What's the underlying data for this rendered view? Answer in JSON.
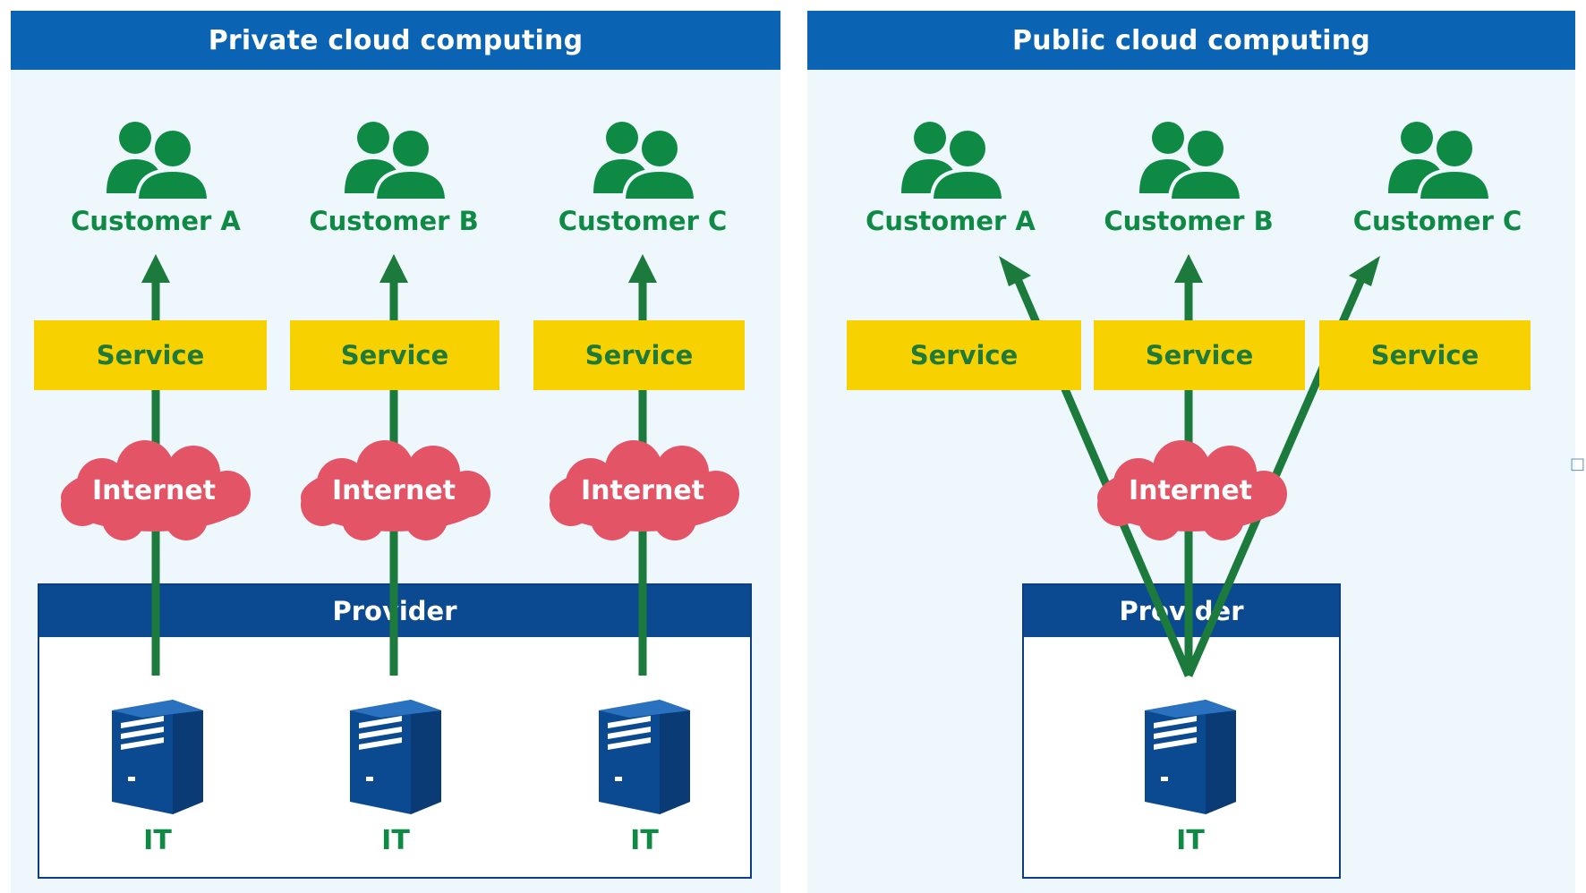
{
  "colors": {
    "header_blue": "#0b63b4",
    "provider_blue": "#0b4a90",
    "customer_green": "#0e8a45",
    "arrow_green": "#1b7a3c",
    "service_yellow": "#f8d200",
    "cloud_red": "#e35466",
    "panel_bg": "#eef7fb"
  },
  "private": {
    "title": "Private cloud computing",
    "customers": [
      {
        "label": "Customer A",
        "icon": "people-icon"
      },
      {
        "label": "Customer B",
        "icon": "people-icon"
      },
      {
        "label": "Customer C",
        "icon": "people-icon"
      }
    ],
    "services": [
      "Service",
      "Service",
      "Service"
    ],
    "clouds": [
      "Internet",
      "Internet",
      "Internet"
    ],
    "provider": "Provider",
    "servers": [
      "IT",
      "IT",
      "IT"
    ]
  },
  "public": {
    "title": "Public cloud computing",
    "customers": [
      {
        "label": "Customer A",
        "icon": "people-icon"
      },
      {
        "label": "Customer B",
        "icon": "people-icon"
      },
      {
        "label": "Customer C",
        "icon": "people-icon"
      }
    ],
    "services": [
      "Service",
      "Service",
      "Service"
    ],
    "cloud": "Internet",
    "provider": "Provider",
    "server": "IT"
  }
}
